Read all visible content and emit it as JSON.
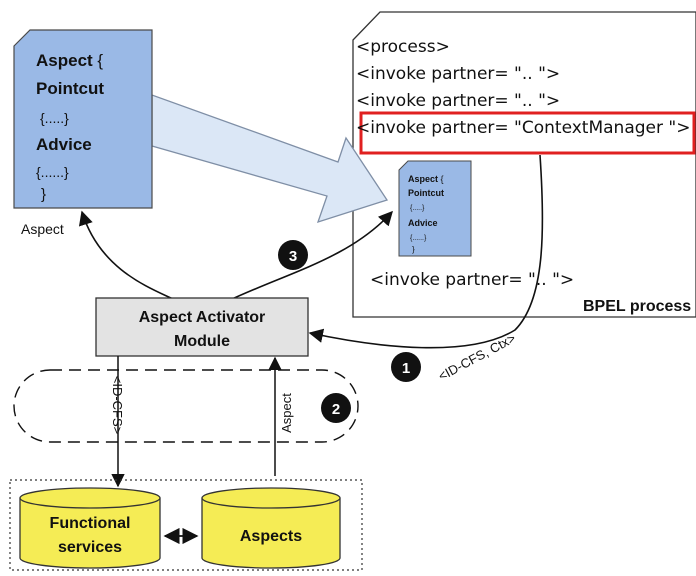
{
  "aspect_doc": {
    "line1_bold": "Aspect",
    "line1_brace": " {",
    "pointcut": "Pointcut",
    "dots1": "{.....}",
    "advice": "Advice",
    "dots2": "{......}",
    "close": "}",
    "caption": "Aspect"
  },
  "bpel": {
    "lines": [
      "<process>",
      "<invoke partner= \".. \">",
      "<invoke partner= \".. \">"
    ],
    "highlight_line": "<invoke partner= \"ContextManager \">",
    "last_line": "<invoke partner= \".. \">",
    "label": "BPEL process"
  },
  "small_aspect": {
    "line1_bold": "Aspect",
    "line1_brace": " {",
    "pointcut": "Pointcut",
    "dots1": "{.....}",
    "advice": "Advice",
    "dots2": "{......}",
    "close": "}"
  },
  "activator": {
    "line1": "Aspect Activator",
    "line2": "Module"
  },
  "steps": [
    "1",
    "2",
    "3"
  ],
  "edge_labels": {
    "id_cfs_ctx": "<ID-CFS, Ctx>",
    "id_cfs": "<ID-CFS>",
    "aspect": "Aspect"
  },
  "stores": {
    "functional": {
      "line1": "Functional",
      "line2": "services"
    },
    "aspects": "Aspects"
  },
  "colors": {
    "doc_fill": "#9ab9e6",
    "doc_stroke": "#4a4a4a",
    "arrow_fill": "#dbe7f6",
    "arrow_stroke": "#7f8fa6",
    "highlight": "#e02020",
    "module_fill": "#e3e3e3",
    "store_fill": "#f5ec55",
    "badge": "#111111"
  }
}
